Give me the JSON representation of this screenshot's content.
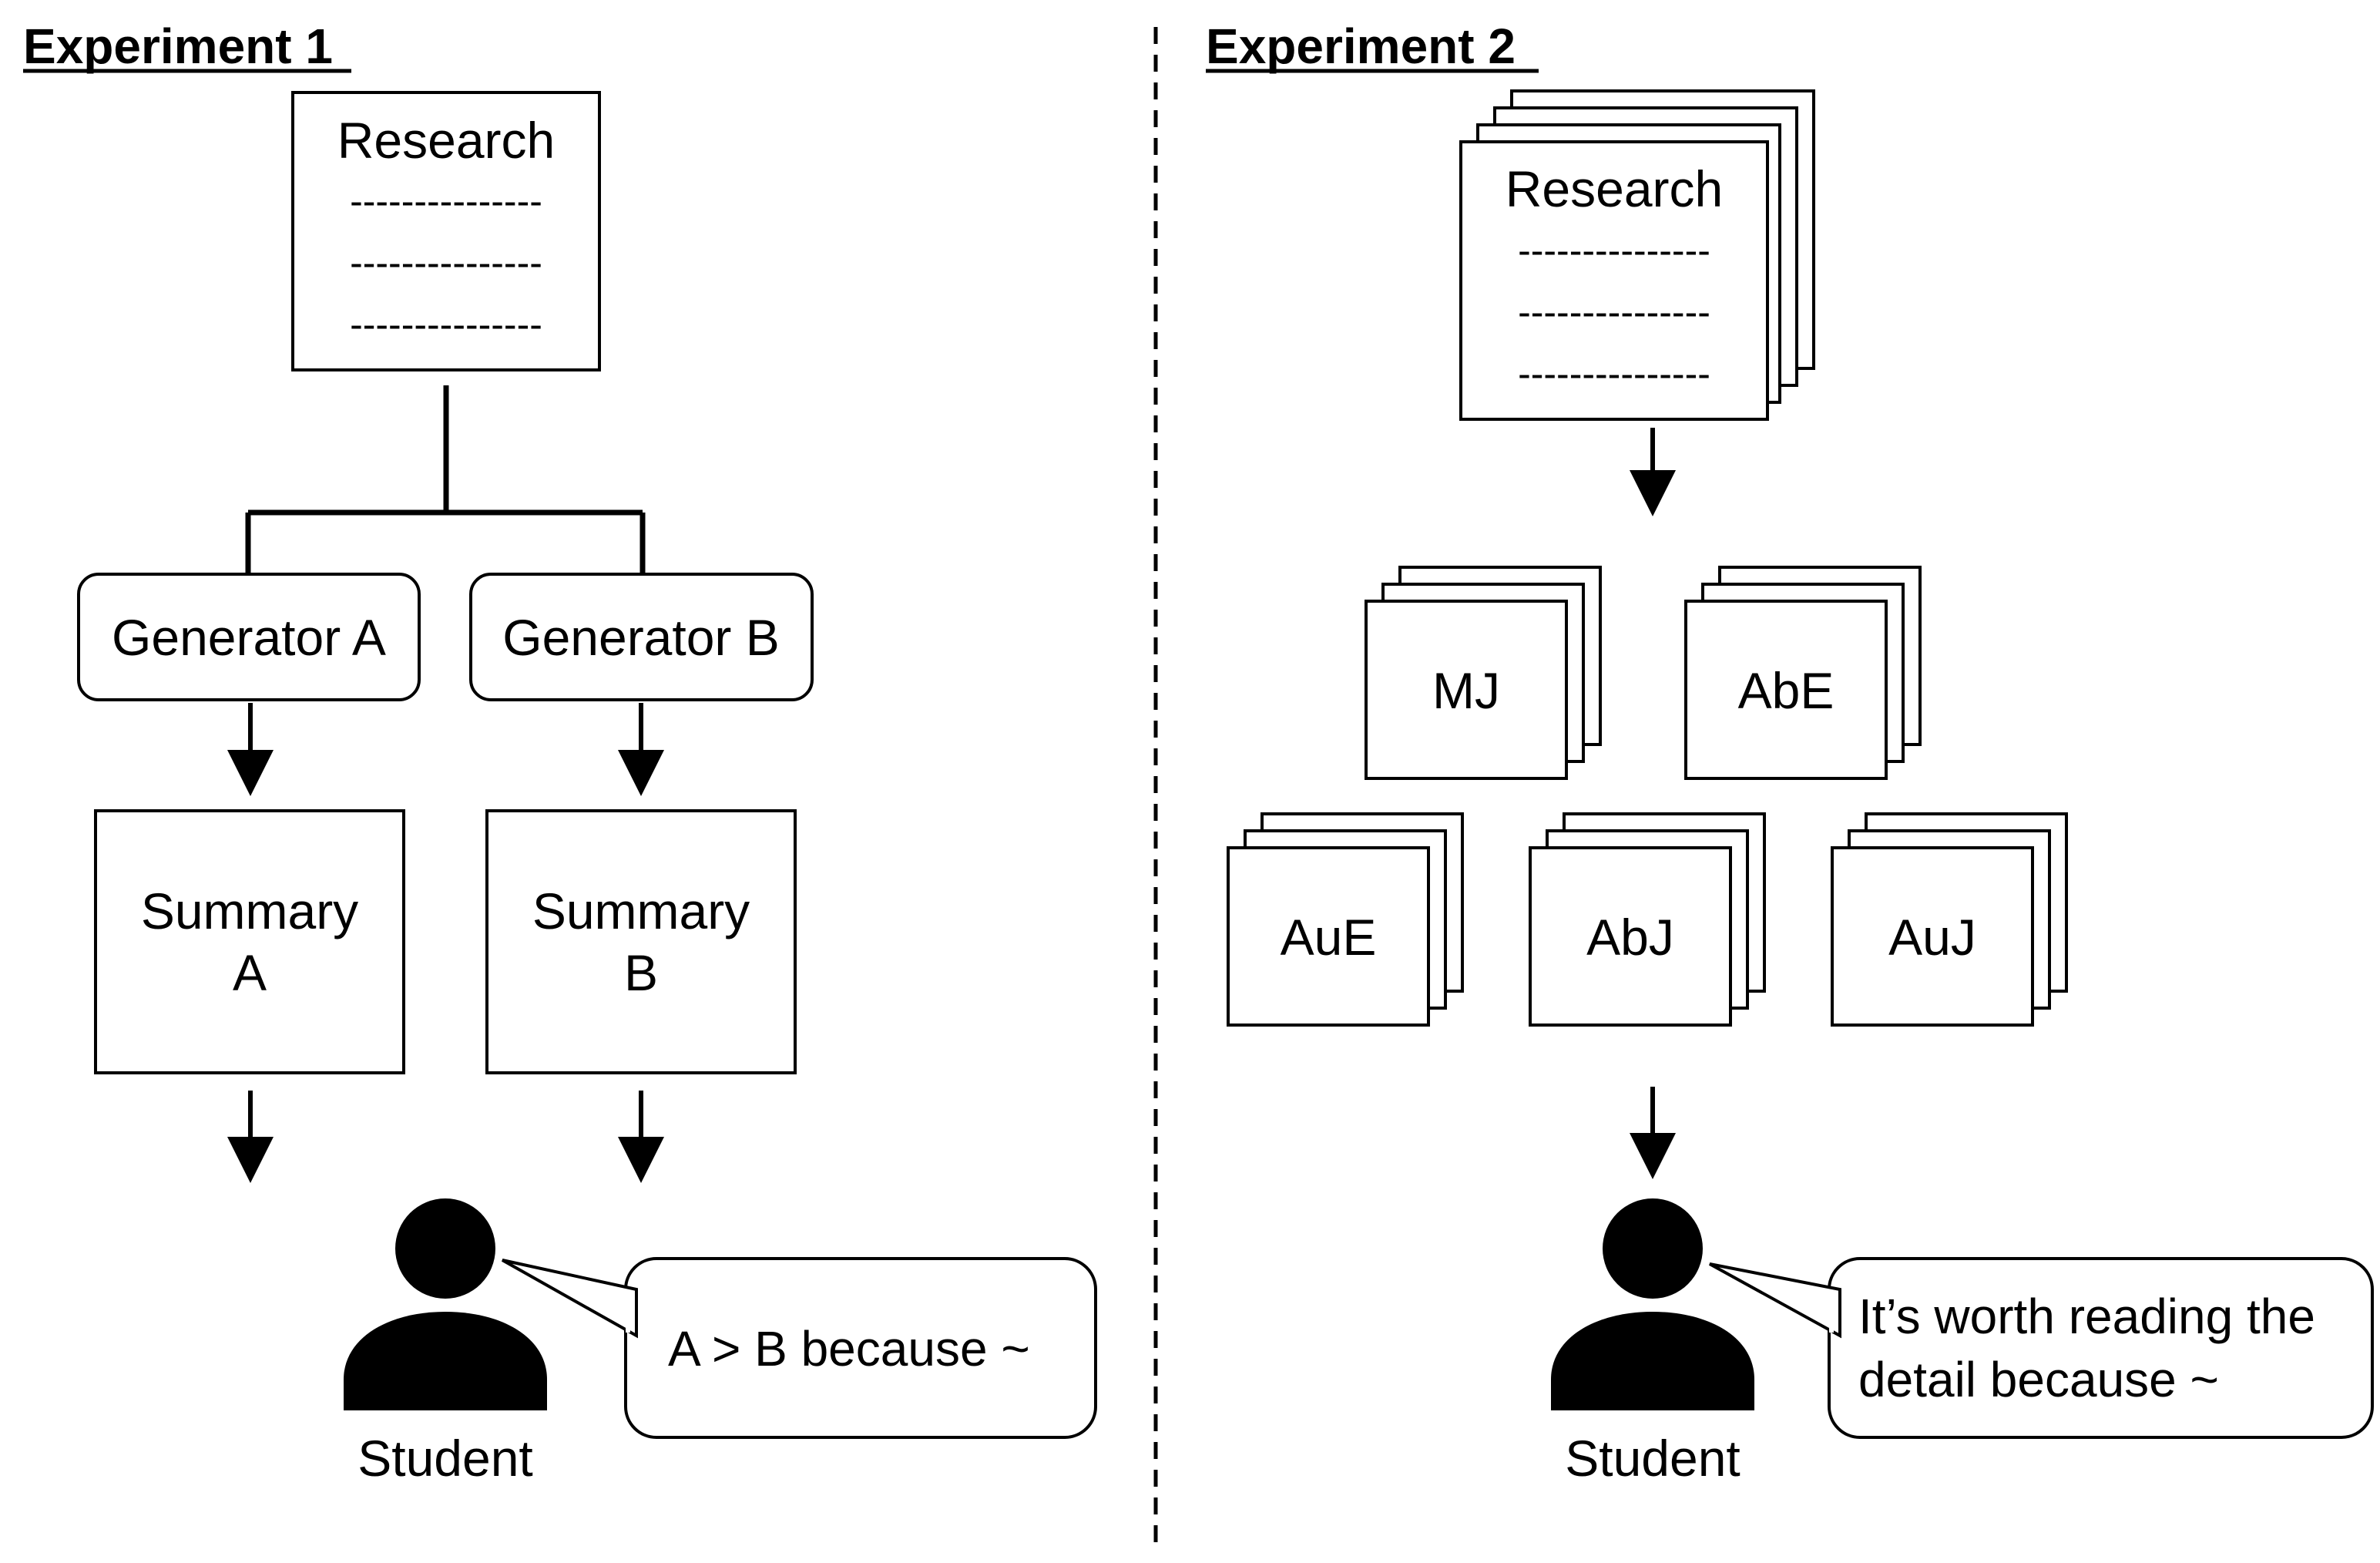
{
  "experiment1": {
    "title": "Experiment 1",
    "research_label": "Research",
    "dash_line": "---------------",
    "generator_a": "Generator A",
    "generator_b": "Generator B",
    "summary_a_line1": "Summary",
    "summary_a_line2": "A",
    "summary_b_line1": "Summary",
    "summary_b_line2": "B",
    "student_label": "Student",
    "speech": "A > B because ~"
  },
  "experiment2": {
    "title": "Experiment 2",
    "research_label": "Research",
    "dash_line": "---------------",
    "groups": [
      "MJ",
      "AbE",
      "AuE",
      "AbJ",
      "AuJ"
    ],
    "student_label": "Student",
    "speech_line1": "It’s worth reading the",
    "speech_line2": "detail because ~"
  }
}
